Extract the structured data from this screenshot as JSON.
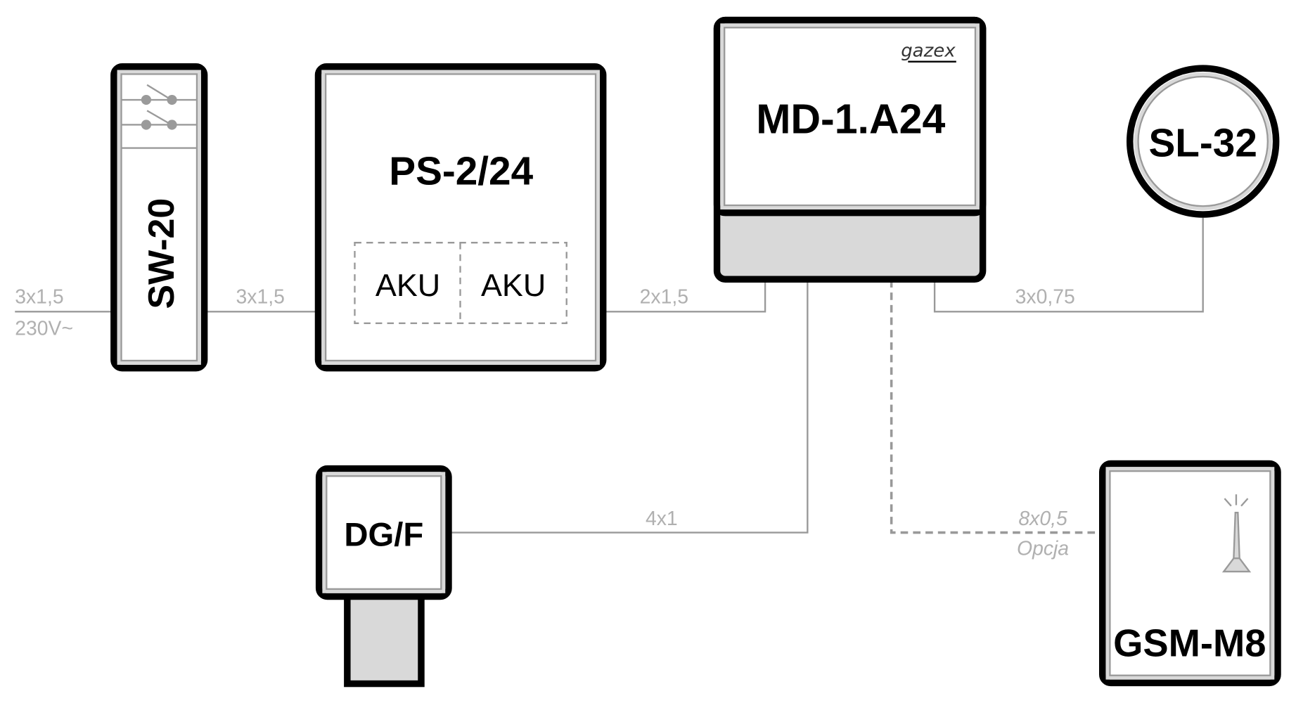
{
  "diagram": {
    "devices": {
      "sw20": {
        "label": "SW-20"
      },
      "ps224": {
        "label": "PS-2/24",
        "batteries": [
          "AKU",
          "AKU"
        ]
      },
      "md1": {
        "label": "MD-1.A24",
        "brand": "gazex"
      },
      "sl32": {
        "label": "SL-32"
      },
      "dgf": {
        "label": "DG/F"
      },
      "gsm": {
        "label": "GSM-M8"
      }
    },
    "cables": {
      "mains_in": {
        "spec": "3x1,5",
        "note": "230V~"
      },
      "sw_to_ps": {
        "spec": "3x1,5"
      },
      "ps_to_md": {
        "spec": "2x1,5"
      },
      "md_to_sl": {
        "spec": "3x0,75"
      },
      "md_to_dgf": {
        "spec": "4x1"
      },
      "md_to_gsm": {
        "spec": "8x0,5",
        "note": "Opcja"
      }
    },
    "colors": {
      "outline": "#000000",
      "wire": "#999999",
      "panel_fill": "#d9d9d9",
      "cable_text": "#b0b0b0"
    }
  }
}
